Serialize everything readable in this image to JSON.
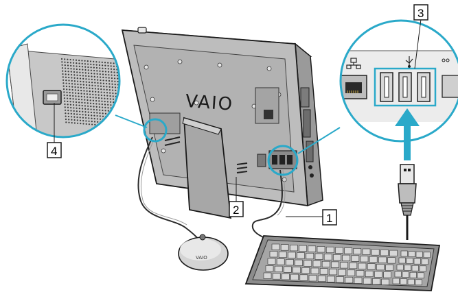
{
  "brand": {
    "pc_logo": "VAIO",
    "mouse_logo": "VAIO"
  },
  "callouts": [
    {
      "number": "1"
    },
    {
      "number": "2"
    },
    {
      "number": "3"
    },
    {
      "number": "4"
    }
  ],
  "colors": {
    "outline": "#1a1a1a",
    "body": "#bdbdbd",
    "body_dark": "#8d8d8d",
    "panel": "#a9a9a9",
    "callout_ring": "#2aa9c9",
    "usb_arrow": "#2aa9c9",
    "background": "#ffffff"
  },
  "icons": {
    "lan_port": "network-port-icon",
    "usb_port": "usb-trident-icon"
  }
}
